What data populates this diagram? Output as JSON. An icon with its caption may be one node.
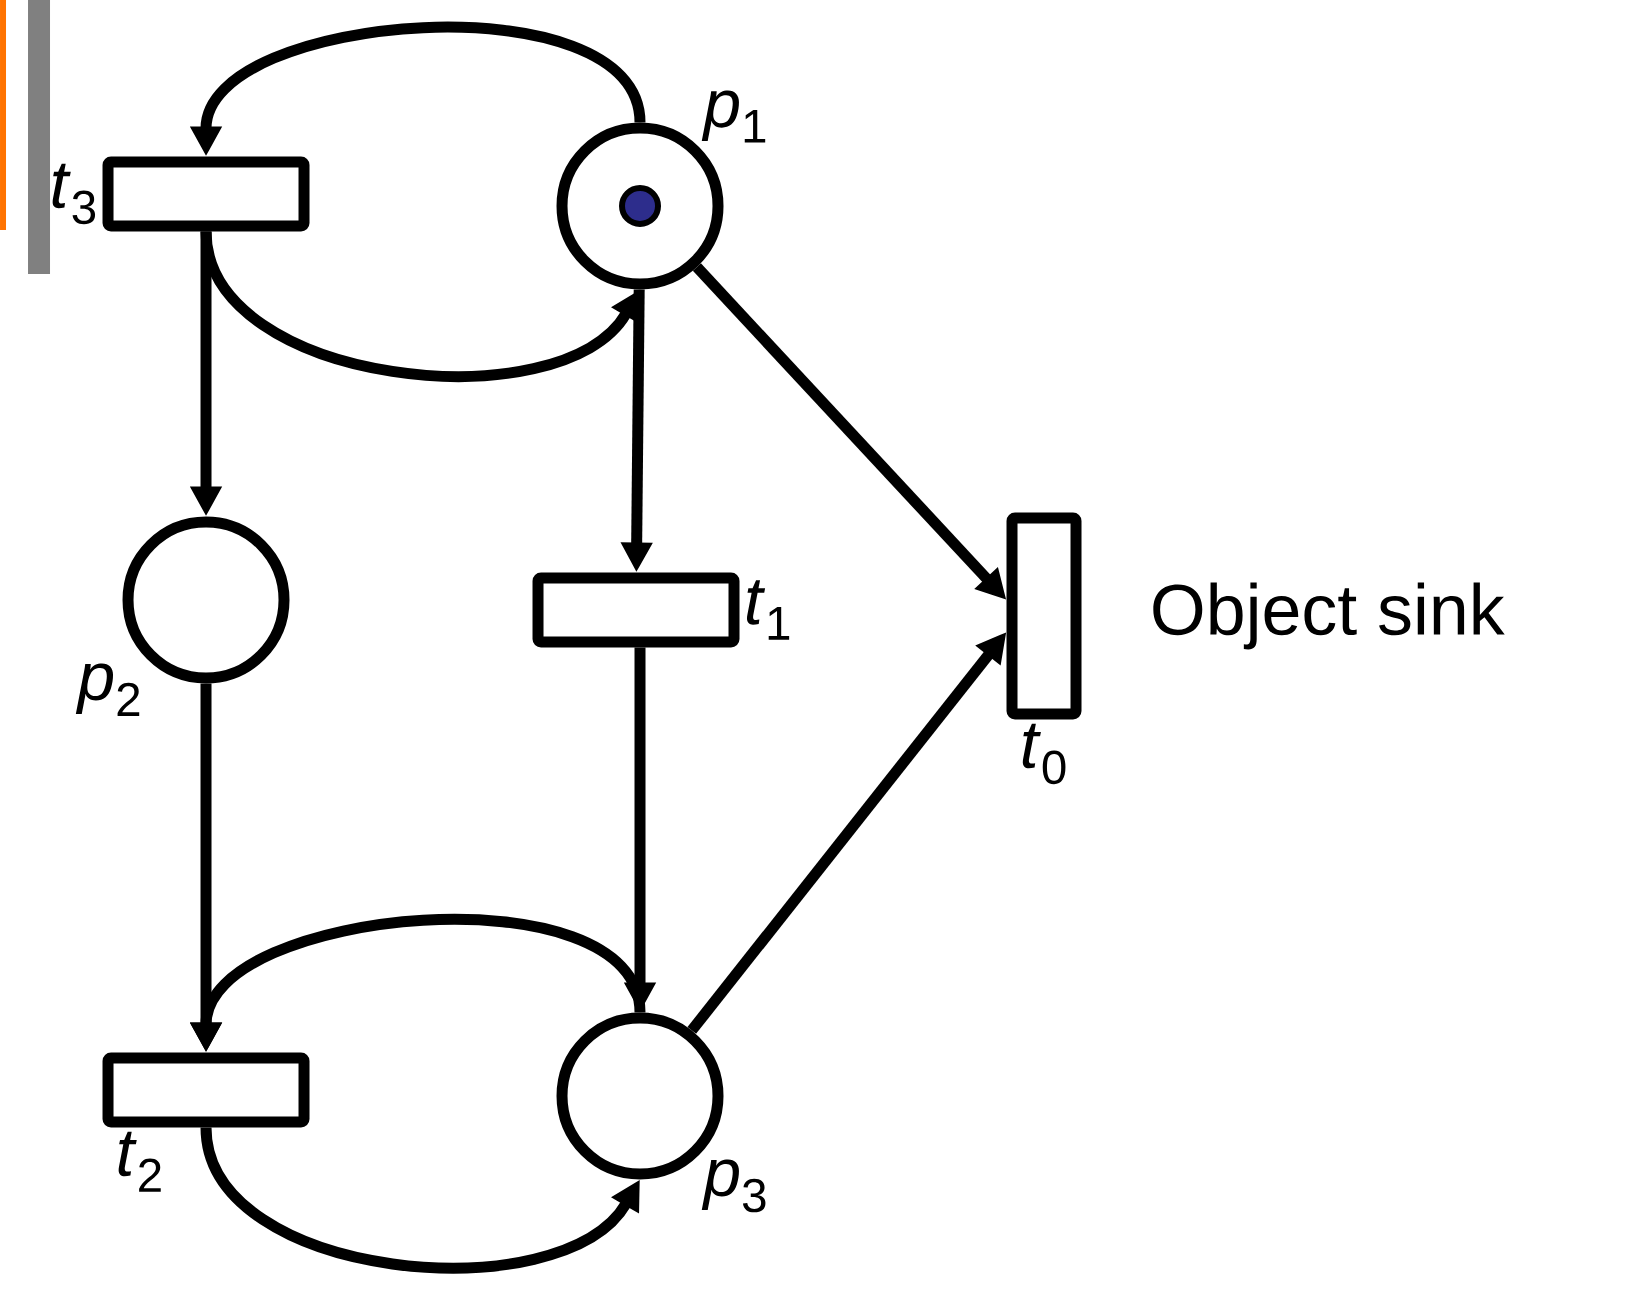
{
  "diagram": {
    "nodes": [
      {
        "text": [
          "*t*$_{3}$"
        ]
      },
      {
        "text": [
          "*p*$_{1}$"
        ]
      },
      {
        "text": [
          "*p*$_{2}$"
        ]
      },
      {
        "text": [
          "*t*$_{1}$"
        ]
      },
      {
        "text": [
          "*t*$_{0}$"
        ],
        "beside": [
          "Object sink"
        ]
      },
      {
        "text": [
          "*t*$_{2}$"
        ]
      },
      {
        "text": [
          "*p*$_{3}$"
        ]
      }
    ],
    "edges": [
      {
        "from": 1,
        "to": 0,
        "arrow": "to"
      },
      {
        "from": 0,
        "to": 1,
        "arrow": "to"
      },
      {
        "from": 0,
        "to": 2,
        "arrow": "to"
      },
      {
        "from": 1,
        "to": 3,
        "arrow": "to"
      },
      {
        "from": 1,
        "to": 4,
        "arrow": "to"
      },
      {
        "from": 2,
        "to": 5,
        "arrow": "to"
      },
      {
        "from": 3,
        "to": 6,
        "arrow": "to"
      },
      {
        "from": 6,
        "to": 5,
        "arrow": "to"
      },
      {
        "from": 5,
        "to": 6,
        "arrow": "to"
      },
      {
        "from": 6,
        "to": 4,
        "arrow": "to"
      }
    ]
  }
}
